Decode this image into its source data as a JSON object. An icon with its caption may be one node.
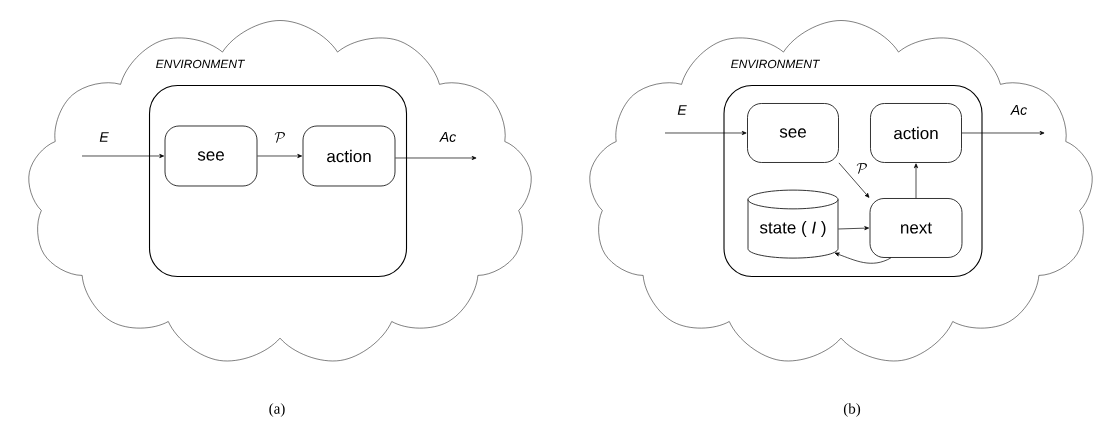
{
  "diagram": {
    "nodes": [
      {
        "text": [
          "ENVIRONMENT"
        ]
      },
      {
        "text": [],
        "shape": "box",
        "in": 0
      },
      {
        "text": [
          "see"
        ],
        "in": 1
      },
      {
        "text": [
          "action"
        ],
        "in": 1
      },
      {
        "text": [
          "ENVIRONMENT"
        ]
      },
      {
        "text": [],
        "shape": "box",
        "in": 4
      },
      {
        "text": [
          "see"
        ],
        "in": 5
      },
      {
        "text": [
          "action"
        ],
        "in": 5
      },
      {
        "text": [
          "state ( *I* )"
        ],
        "in": 5
      },
      {
        "text": [
          "next"
        ],
        "in": 5
      }
    ],
    "edges": [
      {
        "from": null,
        "to": 2,
        "arrow": "to",
        "label": "E"
      },
      {
        "from": 2,
        "to": 3,
        "arrow": "to",
        "label": "\\mathcal{P}"
      },
      {
        "from": 3,
        "to": null,
        "arrow": "to",
        "label": "Ac"
      },
      {
        "from": null,
        "to": 6,
        "arrow": "to",
        "label": "E"
      },
      {
        "from": 6,
        "to": 9,
        "arrow": "to",
        "label": "\\mathcal{P}"
      },
      {
        "from": 9,
        "to": 7,
        "arrow": "to"
      },
      {
        "from": 8,
        "to": 9,
        "arrow": "to"
      },
      {
        "from": 9,
        "to": 8,
        "arrow": "to"
      },
      {
        "from": 7,
        "to": null,
        "arrow": "to",
        "label": "Ac"
      }
    ],
    "labels": [
      "(a)",
      "(b)"
    ]
  }
}
